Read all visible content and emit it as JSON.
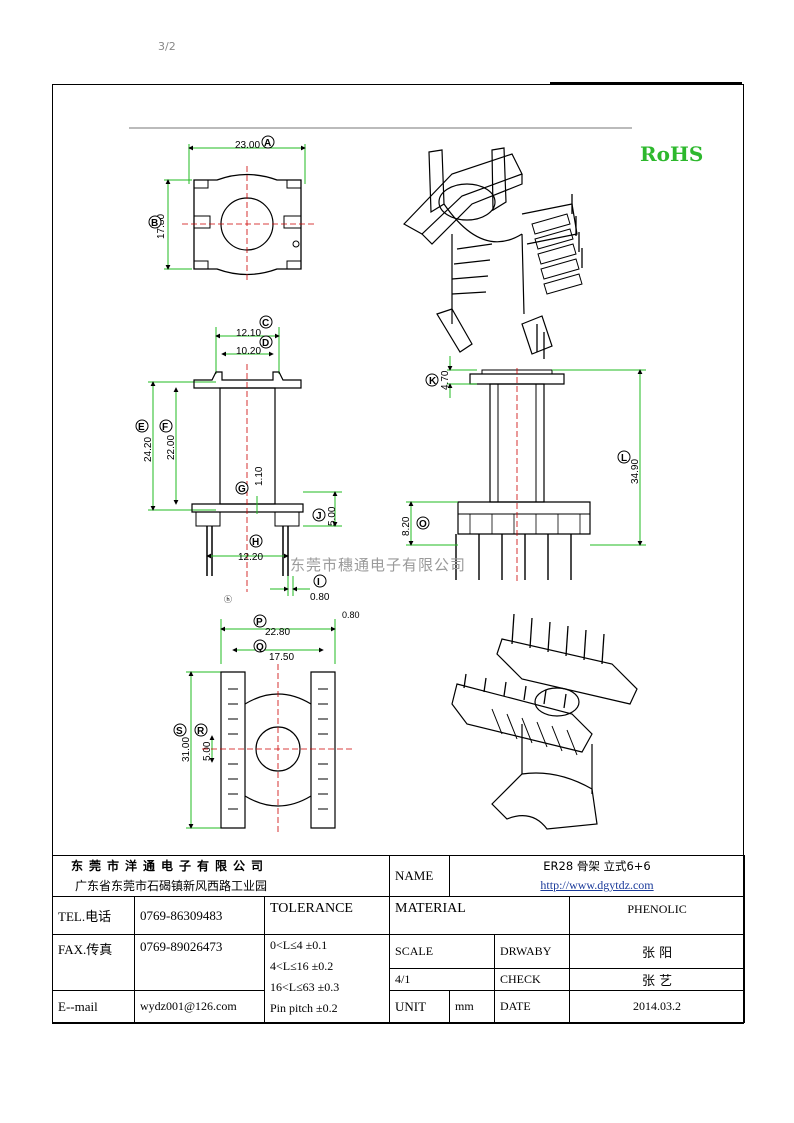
{
  "page_mark": "3/2",
  "rohs": "RoHS",
  "watermark": "东莞市穗通电子有限公司",
  "dimensions": {
    "a": "23.00",
    "b": "17.80",
    "c": "12.10",
    "d": "10.20",
    "e": "24.20",
    "f": "22.00",
    "g": "1.10",
    "h": "12.20",
    "j": "5.00",
    "i": "0.80",
    "k": "4.70",
    "l": "34.90",
    "o": "8.20",
    "p": "22.80",
    "q": "17.50",
    "p_top": "0.80",
    "s": "31.00",
    "r": "5.00"
  },
  "labels": {
    "a": "A",
    "b": "B",
    "c": "C",
    "d": "D",
    "e": "E",
    "f": "F",
    "g": "G",
    "h": "H",
    "i": "I",
    "j": "J",
    "k": "K",
    "l": "L",
    "o": "O",
    "p": "P",
    "q": "Q",
    "r": "R",
    "s": "S"
  },
  "title_block": {
    "company": "东莞市洋通电子有限公司",
    "address": "广东省东莞市石碣镇新风西路工业园",
    "name_label": "NAME",
    "name_value": "ER28 骨架 立式6+6",
    "website": "http://www.dgytdz.com",
    "tel_label": "TEL.电话",
    "tel_value": "0769-86309483",
    "tolerance_label": "TOLERANCE",
    "material_label": "MATERIAL",
    "material_value": "PHENOLIC",
    "fax_label": "FAX.传真",
    "fax_value": "0769-89026473",
    "tolerances": [
      "0<L≤4  ±0.1",
      "4<L≤16  ±0.2",
      "16<L≤63  ±0.3",
      "Pin pitch ±0.2"
    ],
    "scale_label": "SCALE",
    "scale_value": "4/1",
    "drawn_label": "DRWABY",
    "drawn_value": "张 阳",
    "check_label": "CHECK",
    "check_value": "张 艺",
    "email_label": "E--mail",
    "email_value": "wydz001@126.com",
    "unit_label": "UNIT",
    "unit_value": "mm",
    "date_label": "DATE",
    "date_value": "2014.03.2"
  }
}
